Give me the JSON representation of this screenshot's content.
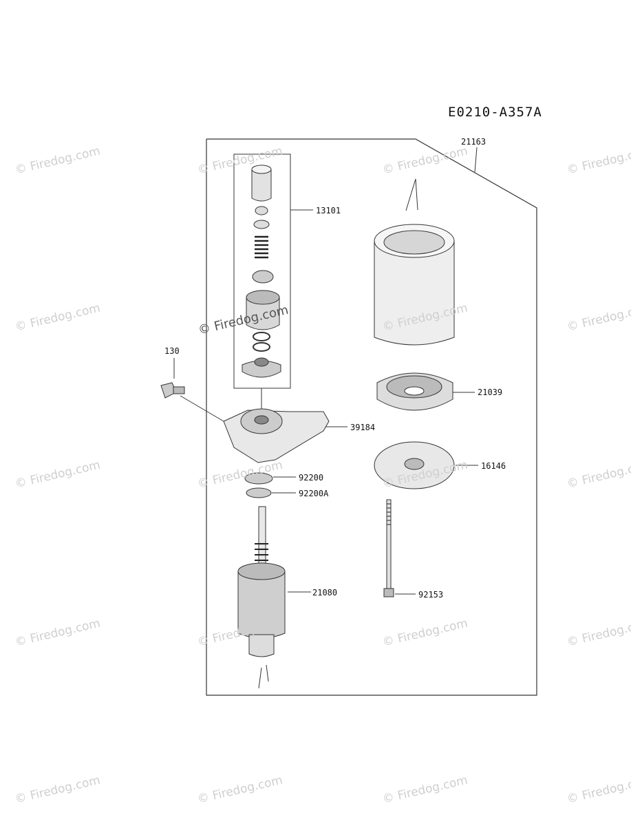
{
  "diagram_code": "E0210-A357A",
  "watermark": "© Firedog.com",
  "parts": [
    {
      "id": "p21163",
      "number": "21163"
    },
    {
      "id": "p13101",
      "number": "13101"
    },
    {
      "id": "p130",
      "number": "130"
    },
    {
      "id": "p21039",
      "number": "21039"
    },
    {
      "id": "p39184",
      "number": "39184"
    },
    {
      "id": "p16146",
      "number": "16146"
    },
    {
      "id": "p92200",
      "number": "92200"
    },
    {
      "id": "p92200A",
      "number": "92200A"
    },
    {
      "id": "p21080",
      "number": "21080"
    },
    {
      "id": "p92153",
      "number": "92153"
    }
  ]
}
